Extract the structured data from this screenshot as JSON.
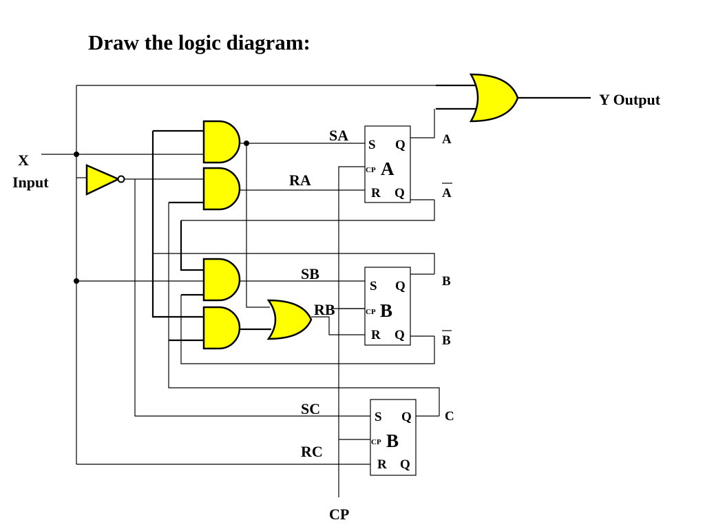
{
  "title": "Draw the logic diagram:",
  "input": {
    "name": "X",
    "sub": "Input"
  },
  "output": {
    "label": "Y Output"
  },
  "clock": {
    "label": "CP"
  },
  "colors": {
    "gate_fill": "#ffff00",
    "wire": "#000000",
    "background": "#ffffff"
  },
  "flipflops": [
    {
      "id": "A",
      "name": "A",
      "s": "S",
      "r": "R",
      "q": "Q",
      "qbar": "Q",
      "cp": "CP",
      "set_signal": "SA",
      "reset_signal": "RA",
      "out": "A",
      "out_bar": "A"
    },
    {
      "id": "B",
      "name": "B",
      "s": "S",
      "r": "R",
      "q": "Q",
      "qbar": "Q",
      "cp": "CP",
      "set_signal": "SB",
      "reset_signal": "RB",
      "out": "B",
      "out_bar": "B"
    },
    {
      "id": "C",
      "name": "B",
      "s": "S",
      "r": "R",
      "q": "Q",
      "qbar": "Q",
      "cp": "CP",
      "set_signal": "SC",
      "reset_signal": "RC",
      "out": "C"
    }
  ]
}
